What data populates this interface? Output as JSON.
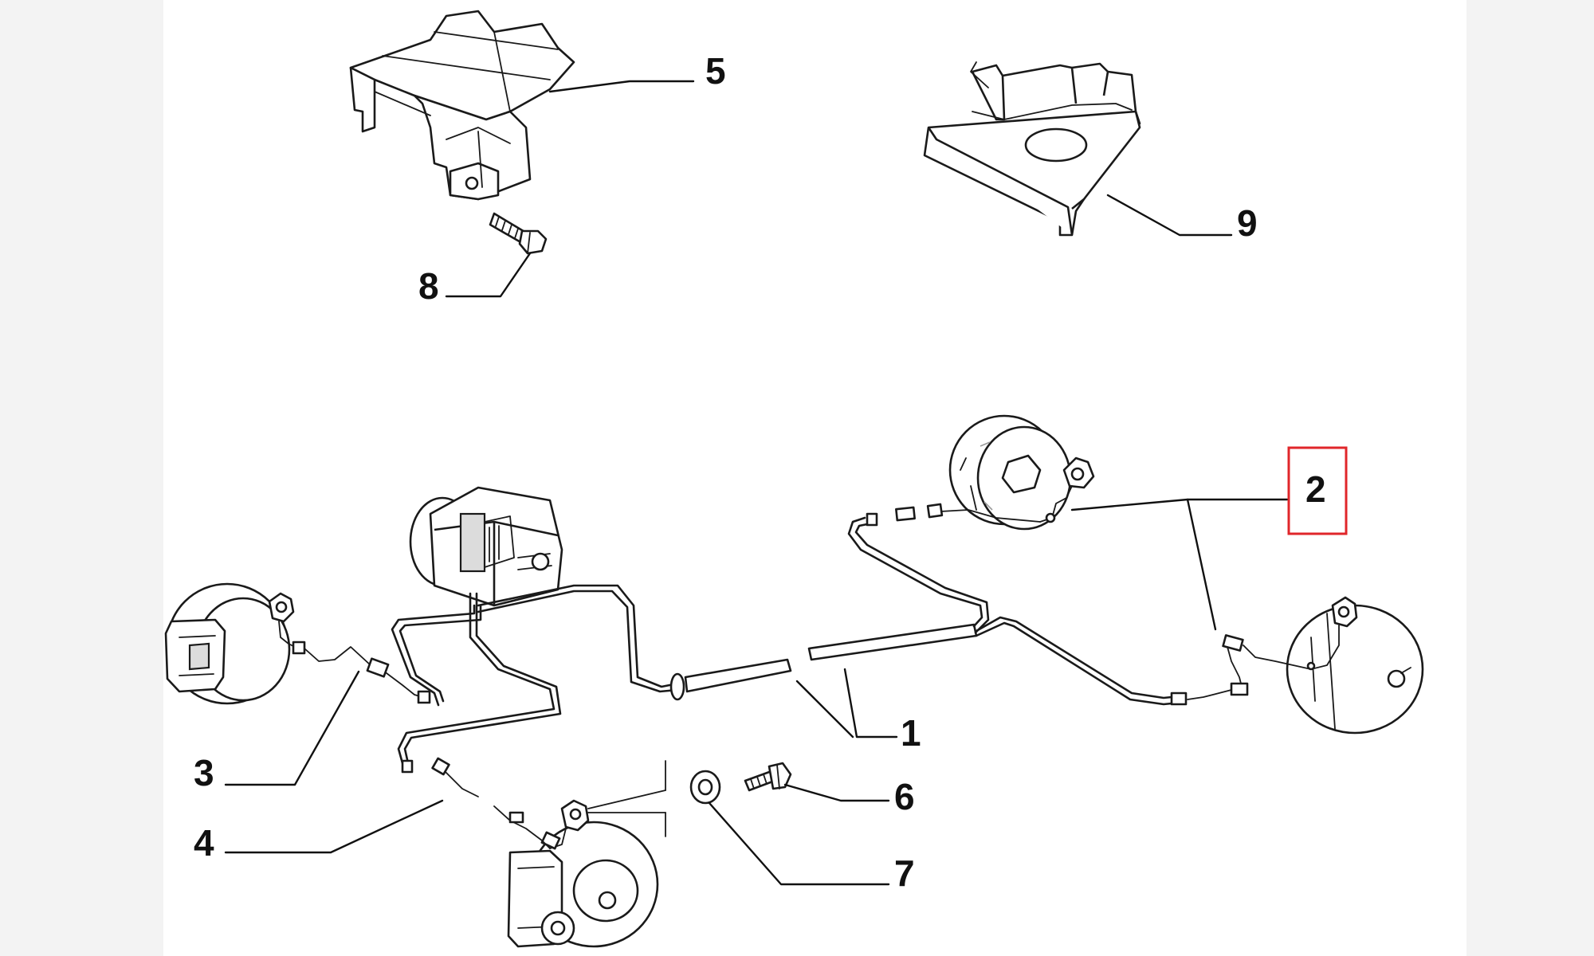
{
  "callouts": [
    {
      "id": "1",
      "label": "1"
    },
    {
      "id": "2",
      "label": "2",
      "highlighted": true
    },
    {
      "id": "3",
      "label": "3"
    },
    {
      "id": "4",
      "label": "4"
    },
    {
      "id": "5",
      "label": "5"
    },
    {
      "id": "6",
      "label": "6"
    },
    {
      "id": "7",
      "label": "7"
    },
    {
      "id": "8",
      "label": "8"
    },
    {
      "id": "9",
      "label": "9"
    }
  ],
  "colors": {
    "line": "#1a1a1a",
    "highlight": "#e0262a",
    "background": "#ffffff"
  }
}
